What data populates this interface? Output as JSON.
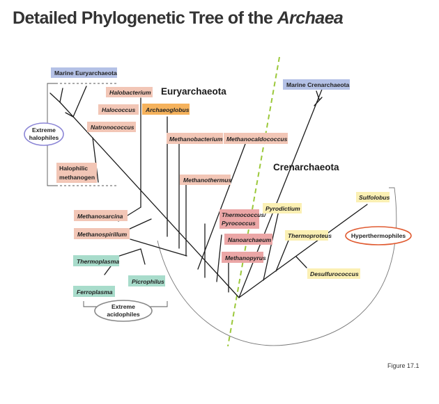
{
  "title": {
    "main": "Detailed Phylogenetic Tree of the ",
    "italic": "Archaea"
  },
  "figure_caption": "Figure 17.1",
  "domains": {
    "eury": "Euryarchaeota",
    "cren": "Crenarchaeota"
  },
  "taxa": {
    "marine_eury": "Marine Euryarchaeota",
    "marine_cren": "Marine Crenarchaeota",
    "halobacterium": "Halobacterium",
    "halococcus": "Halococcus",
    "natronococcus": "Natronococcus",
    "archaeoglobus": "Archaeoglobus",
    "methanobacterium": "Methanobacterium",
    "methanocaldococcus": "Methanocaldococcus",
    "methanothermus": "Methanothermus",
    "halophilic_methanogen_1": "Halophilic",
    "halophilic_methanogen_2": "methanogen",
    "methanosarcina": "Methanosarcina",
    "methanospirillum": "Methanospirillum",
    "thermoplasma": "Thermoplasma",
    "picrophilus": "Picrophilus",
    "ferroplasma": "Ferroplasma",
    "thermococcus_1": "Thermococcus/",
    "thermococcus_2": "Pyrococcus",
    "nanoarchaeum": "Nanoarchaeum",
    "methanopyrus": "Methanopyrus",
    "pyrodictium": "Pyrodictium",
    "thermoproteus": "Thermoproteus",
    "desulfurococcus": "Desulfurococcus",
    "sulfolobus": "Sulfolobus"
  },
  "groups": {
    "extreme_halophiles_1": "Extreme",
    "extreme_halophiles_2": "halophiles",
    "extreme_acidophiles_1": "Extreme",
    "extreme_acidophiles_2": "acidophiles",
    "hyperthermophiles": "Hyperthermophiles"
  },
  "colors": {
    "blue_box": "#b4c1e6",
    "salmon_box": "#f2c6b6",
    "pink_box": "#eba6a6",
    "orange_box": "#f5b25c",
    "yellow_box": "#fbf0b4",
    "teal_box": "#a8dccb",
    "dashed_line": "#9bc83a",
    "halophiles_oval": "#8c86d6",
    "hyperthermophiles_oval": "#e05a30",
    "acidophiles_oval": "#888888"
  }
}
